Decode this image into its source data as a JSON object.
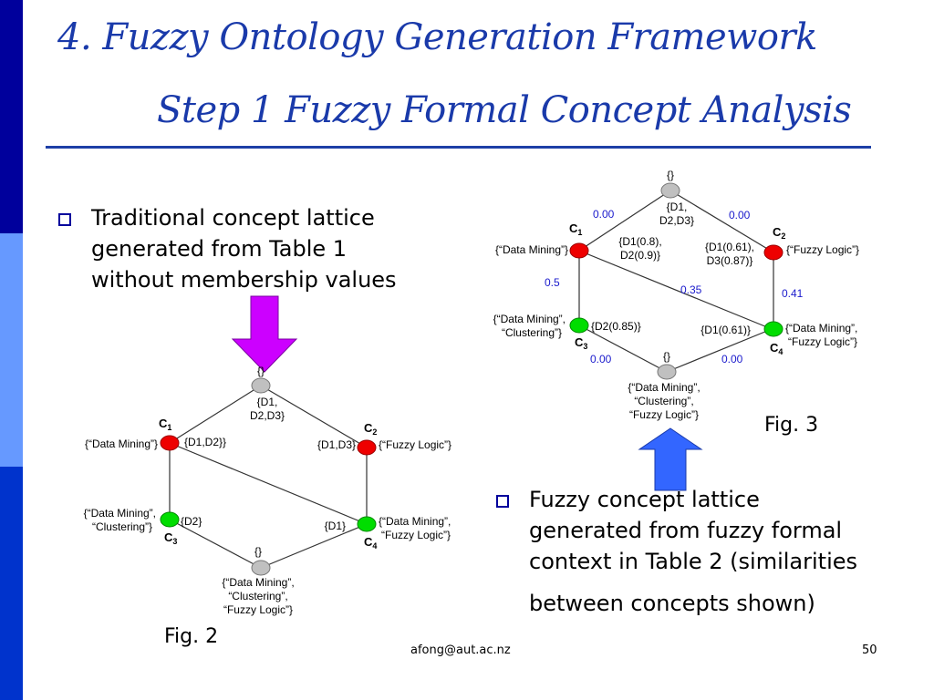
{
  "slide": {
    "title_line1": "4. Fuzzy Ontology Generation Framework",
    "title_line2": "Step 1 Fuzzy Formal Concept Analysis",
    "footer_email": "afong@aut.ac.nz",
    "page_number": "50"
  },
  "bullets": [
    {
      "lines": [
        "Traditional concept lattice",
        "generated from Table 1",
        "without membership values"
      ]
    },
    {
      "lines": [
        "Fuzzy concept lattice",
        "generated from fuzzy formal",
        "context in Table 2 (similarities",
        "between concepts shown)"
      ]
    }
  ],
  "colors": {
    "sidebar_top": "#00009c",
    "sidebar_mid": "#6699ff",
    "sidebar_bottom": "#0033cc",
    "title": "#1a3aaa",
    "arrow_down": "#cc00ff",
    "arrow_up": "#3366ff",
    "node_red": "#ee0000",
    "node_green": "#00dd00",
    "node_grey": "#c0c0c0",
    "similarity": "#1a1acc"
  },
  "fig2": {
    "label": "Fig. 2",
    "top": {
      "empty": "{}",
      "extent": [
        "{D1,",
        "D2,D3}"
      ]
    },
    "c1": {
      "name": "C",
      "sub": "1",
      "intent": "{“Data Mining”}",
      "extent": "{D1,D2}}"
    },
    "c2": {
      "name": "C",
      "sub": "2",
      "intent": "{“Fuzzy Logic”}",
      "extent": "{D1,D3}"
    },
    "c3": {
      "name": "C",
      "sub": "3",
      "intent": [
        "{“Data Mining”,",
        "“Clustering”}"
      ],
      "extent": "{D2}"
    },
    "c4": {
      "name": "C",
      "sub": "4",
      "intent": [
        "{“Data Mining”,",
        "“Fuzzy Logic”}"
      ],
      "extent": "{D1}"
    },
    "bottom": {
      "empty": "{}",
      "intent": [
        "{“Data Mining”,",
        "“Clustering”,",
        "“Fuzzy Logic”}"
      ]
    }
  },
  "fig3": {
    "label": "Fig. 3",
    "top": {
      "empty": "{}",
      "extent": [
        "{D1,",
        "D2,D3}"
      ]
    },
    "c1": {
      "name": "C",
      "sub": "1",
      "intent": "{“Data Mining”}",
      "extent": [
        "{D1(0.8),",
        "D2(0.9)}"
      ]
    },
    "c2": {
      "name": "C",
      "sub": "2",
      "intent": "{“Fuzzy Logic”}",
      "extent": [
        "{D1(0.61),",
        "D3(0.87)}"
      ]
    },
    "c3": {
      "name": "C",
      "sub": "3",
      "intent": [
        "{“Data Mining”,",
        "“Clustering”}"
      ],
      "extent": "{D2(0.85)}"
    },
    "c4": {
      "name": "C",
      "sub": "4",
      "intent": [
        "{“Data Mining”,",
        "“Fuzzy Logic”}"
      ],
      "extent": "{D1(0.61)}"
    },
    "bottom": {
      "empty": "{}",
      "intent": [
        "{“Data Mining”,",
        "“Clustering”,",
        "“Fuzzy Logic”}"
      ]
    },
    "similarities": {
      "top_c1": "0.00",
      "top_c2": "0.00",
      "c1_c3": "0.5",
      "c1_c4": "0.35",
      "c2_c4": "0.41",
      "c3_bottom": "0.00",
      "c4_bottom": "0.00"
    }
  }
}
